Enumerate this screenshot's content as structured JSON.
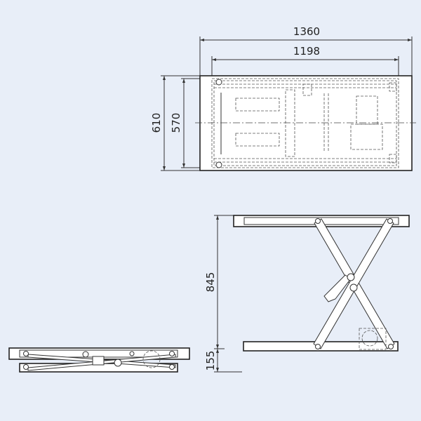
{
  "drawing": {
    "top_view": {
      "overall_length": "1360",
      "inner_length": "1198",
      "overall_width": "610",
      "inner_width": "570"
    },
    "side_view": {
      "raised_height": "845",
      "lowered_height": "155"
    },
    "colors": {
      "background": "#e8eef8",
      "line": "#333333",
      "fill": "#ffffff"
    }
  }
}
